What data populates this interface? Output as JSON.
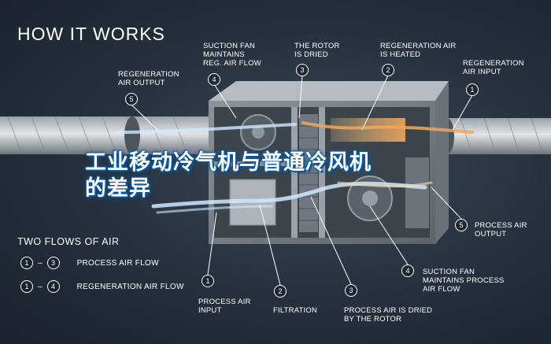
{
  "title": "HOW IT WORKS",
  "headline": {
    "line1": "工业移动冷气机与普通冷风机",
    "line2": "的差异"
  },
  "top_callouts": [
    {
      "number": "5",
      "lines": [
        "REGENERATION",
        "AIR OUTPUT"
      ]
    },
    {
      "number": "4",
      "lines": [
        "SUCTION FAN",
        "MAINTAINS",
        "REG. AIR FLOW"
      ]
    },
    {
      "number": "3",
      "lines": [
        "THE ROTOR",
        "IS DRIED"
      ]
    },
    {
      "number": "2",
      "lines": [
        "REGENERATION AIR",
        "IS HEATED"
      ]
    },
    {
      "number": "1",
      "lines": [
        "REGENERATION",
        "AIR INPUT"
      ]
    }
  ],
  "bottom_callouts": [
    {
      "number": "1",
      "lines": [
        "PROCESS AIR",
        "INPUT"
      ]
    },
    {
      "number": "2",
      "lines": [
        "FILTRATION"
      ]
    },
    {
      "number": "3",
      "lines": [
        "PROCESS AIR IS DRIED",
        "BY THE ROTOR"
      ]
    },
    {
      "number": "4",
      "lines": [
        "SUCTION FAN",
        "MAINTAINS PROCESS",
        "AIR FLOW"
      ]
    },
    {
      "number": "5",
      "lines": [
        "PROCESS AIR",
        "OUTPUT"
      ]
    }
  ],
  "legend": {
    "title": "TWO FLOWS OF AIR",
    "flows": [
      {
        "from": "1",
        "to": "3",
        "label": "PROCESS AIR FLOW"
      },
      {
        "from": "1",
        "to": "4",
        "label": "REGENERATION AIR FLOW"
      }
    ]
  },
  "colors": {
    "background": "#25303c",
    "process_air": "#cfe9ff",
    "regeneration_air": "#f2a65a",
    "headline_glow": "#0b5fa8"
  }
}
